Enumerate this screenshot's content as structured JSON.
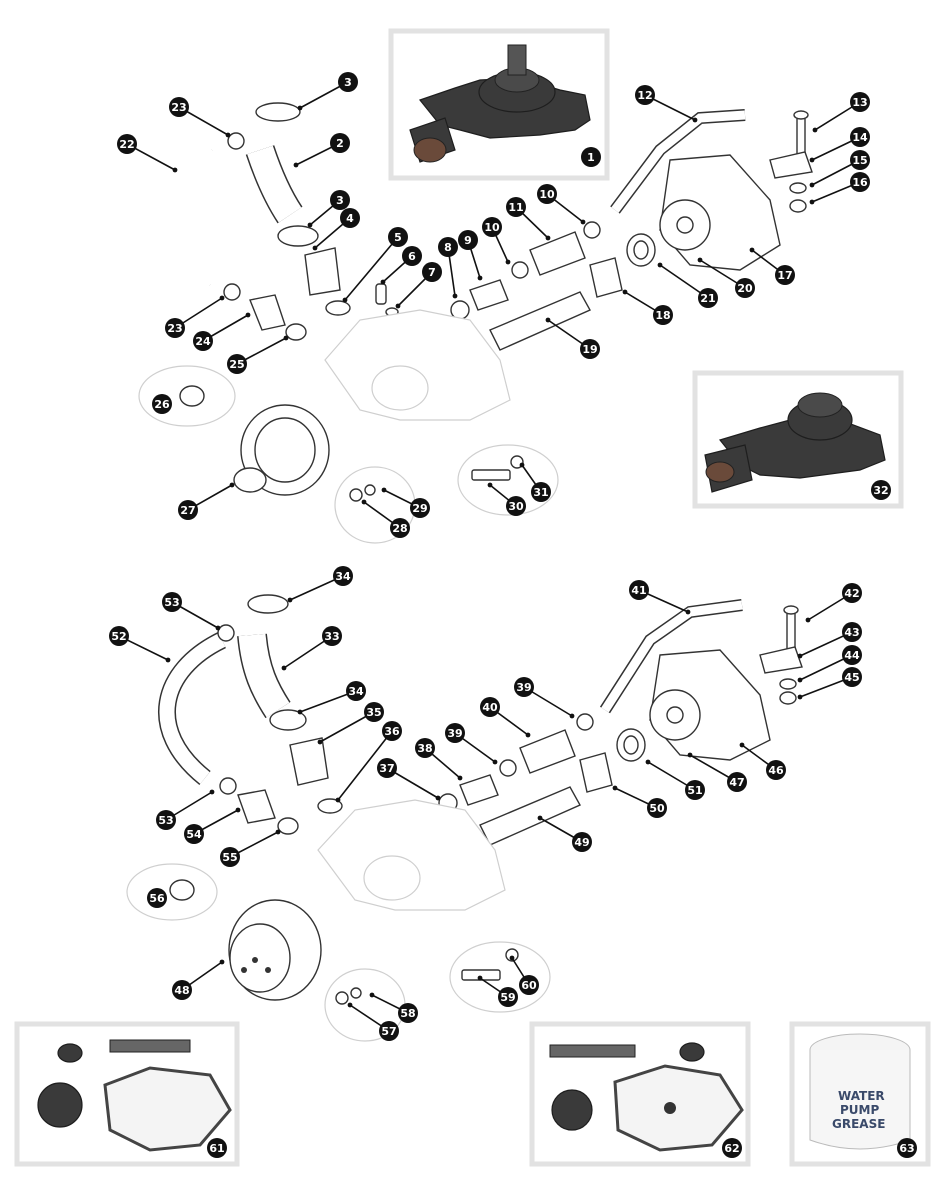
{
  "diagram": {
    "part_numbers": [
      "1",
      "2",
      "3",
      "4",
      "5",
      "6",
      "7",
      "8",
      "9",
      "10",
      "11",
      "12",
      "13",
      "14",
      "15",
      "16",
      "17",
      "18",
      "19",
      "20",
      "21",
      "22",
      "23",
      "24",
      "25",
      "26",
      "27",
      "28",
      "29",
      "30",
      "31",
      "32",
      "33",
      "34",
      "35",
      "36",
      "37",
      "38",
      "39",
      "40",
      "41",
      "42",
      "43",
      "44",
      "45",
      "46",
      "47",
      "48",
      "49",
      "50",
      "51",
      "52",
      "53",
      "54",
      "55",
      "56",
      "57",
      "58",
      "59",
      "60",
      "61",
      "62",
      "63"
    ],
    "grease_label": {
      "line1": "WATER",
      "line2": "PUMP",
      "line3": "GREASE"
    },
    "colors": {
      "callout_fill": "#111111",
      "callout_text": "#ffffff",
      "frame": "#e2e2e2",
      "ghost_outline": "#cfcfcf"
    }
  }
}
